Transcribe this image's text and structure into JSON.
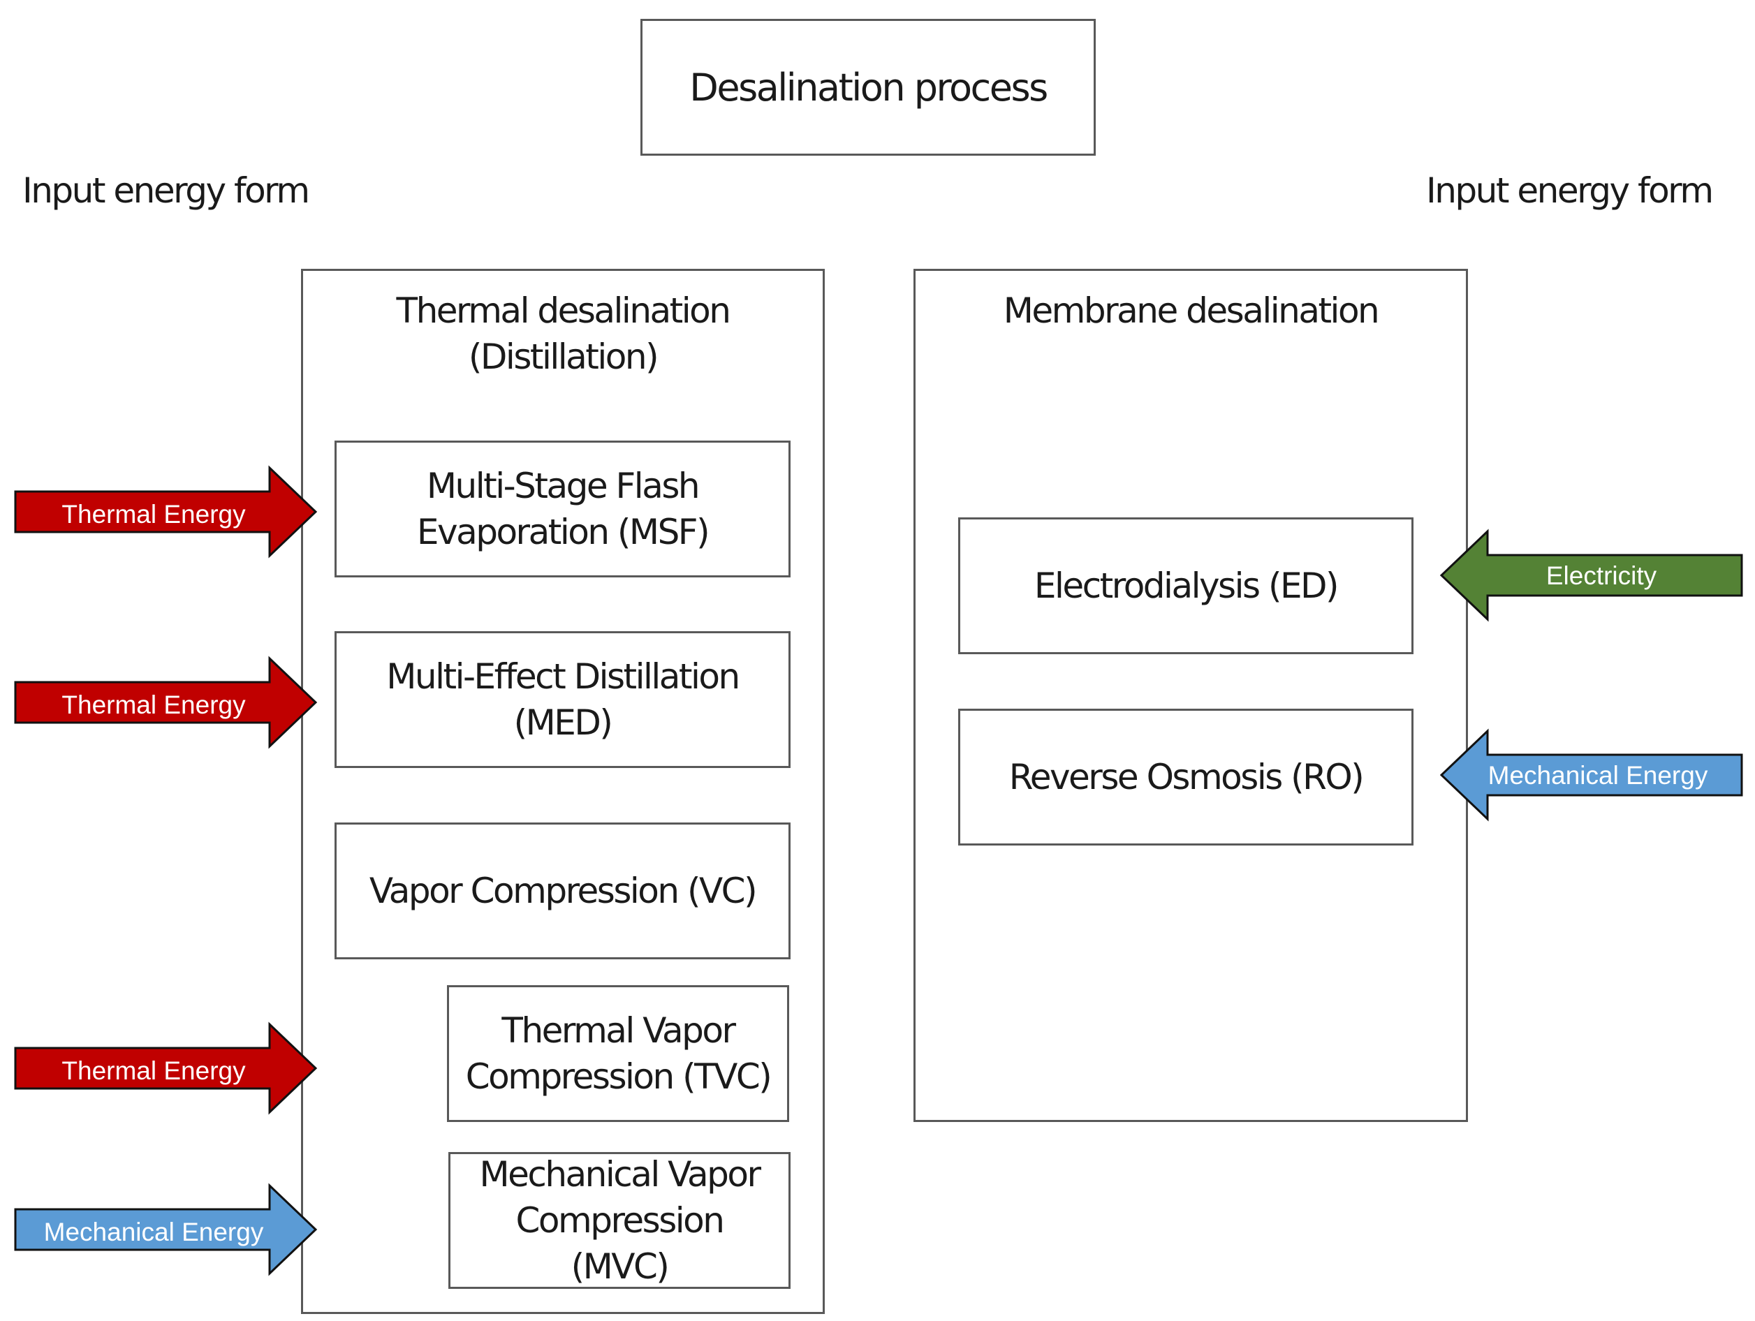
{
  "title": "Desalination process",
  "left_header": "Input energy form",
  "right_header": "Input energy form",
  "thermal_group": {
    "title_line1": "Thermal desalination",
    "title_line2": "(Distillation)",
    "processes": [
      {
        "line1": "Multi-Stage Flash",
        "line2": "Evaporation (MSF)",
        "line3": ""
      },
      {
        "line1": "Multi-Effect Distillation",
        "line2": "(MED)",
        "line3": ""
      },
      {
        "line1": "Vapor Compression (VC)",
        "line2": "",
        "line3": ""
      },
      {
        "line1": "Thermal Vapor",
        "line2": "Compression (TVC)",
        "line3": ""
      },
      {
        "line1": "Mechanical Vapor",
        "line2": "Compression",
        "line3": "(MVC)"
      }
    ]
  },
  "membrane_group": {
    "title": "Membrane desalination",
    "processes": [
      {
        "line1": "Electrodialysis (ED)"
      },
      {
        "line1": "Reverse Osmosis (RO)"
      }
    ]
  },
  "energy_inputs": {
    "left": [
      {
        "label": "Thermal Energy",
        "color": "#c00000"
      },
      {
        "label": "Thermal Energy",
        "color": "#c00000"
      },
      {
        "label": "Thermal Energy",
        "color": "#c00000"
      },
      {
        "label": "Mechanical Energy",
        "color": "#5b9bd5"
      }
    ],
    "right": [
      {
        "label": "Electricity",
        "color": "#548235"
      },
      {
        "label": "Mechanical Energy",
        "color": "#5b9bd5"
      }
    ]
  },
  "colors": {
    "thermal": "#c00000",
    "mechanical": "#5b9bd5",
    "electricity": "#548235",
    "box_border": "#595959"
  }
}
